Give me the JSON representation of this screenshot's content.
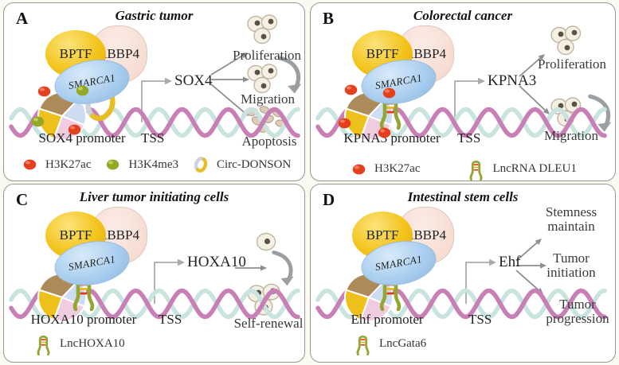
{
  "colors": {
    "bptf_yellow": "#f3c41c",
    "rbbp4_pink": "#f7ddd2",
    "smarca1_blue": "#a6ccee",
    "helix_pink": "#c77fb5",
    "helix_teal": "#c9e4de",
    "h3k27ac_red": "#e5401e",
    "h3k4me3_green": "#93a826",
    "lncrna_olive": "#93a631",
    "nucleosome_brown": "#ad8a5a",
    "arrow_gray": "#8e8e8e"
  },
  "panels": [
    {
      "letter": "A",
      "title": "Gastric tumor",
      "complex": {
        "bptf": "BPTF",
        "rbbp4": "RBBP4",
        "smarca1": "SMARCA1"
      },
      "promoter": "SOX4 promoter",
      "tss": "TSS",
      "gene": "SOX4",
      "outcomes": {
        "proliferation": "Proliferation",
        "migration": "Migration",
        "apoptosis": "Apoptosis"
      },
      "legend": {
        "h3k27ac": "H3K27ac",
        "h3k4me3": "H3K4me3",
        "circ": "Circ-DONSON"
      }
    },
    {
      "letter": "B",
      "title": "Colorectal cancer",
      "complex": {
        "bptf": "BPTF",
        "rbbp4": "RBBP4",
        "smarca1": "SMARCA1"
      },
      "promoter": "KPNA3 promoter",
      "tss": "TSS",
      "gene": "KPNA3",
      "outcomes": {
        "proliferation": "Proliferation",
        "migration": "Migration"
      },
      "legend": {
        "h3k27ac": "H3K27ac",
        "lncrna": "LncRNA DLEU1"
      }
    },
    {
      "letter": "C",
      "title": "Liver tumor initiating cells",
      "complex": {
        "bptf": "BPTF",
        "rbbp4": "RBBP4",
        "smarca1": "SMARCA1"
      },
      "promoter": "HOXA10 promoter",
      "tss": "TSS",
      "gene": "HOXA10",
      "outcomes": {
        "self_renewal": "Self-renewal"
      },
      "legend": {
        "lncrna": "LncHOXA10"
      }
    },
    {
      "letter": "D",
      "title": "Intestinal stem cells",
      "complex": {
        "bptf": "BPTF",
        "rbbp4": "RBBP4",
        "smarca1": "SMARCA1"
      },
      "promoter": "Ehf promoter",
      "tss": "TSS",
      "gene": "Ehf",
      "outcomes": {
        "stemness": "Stemness\nmaintain",
        "tumor_initiation": "Tumor\ninitiation",
        "tumor_progression": "Tumor\nprogression"
      },
      "legend": {
        "lncrna": "LncGata6"
      }
    }
  ]
}
